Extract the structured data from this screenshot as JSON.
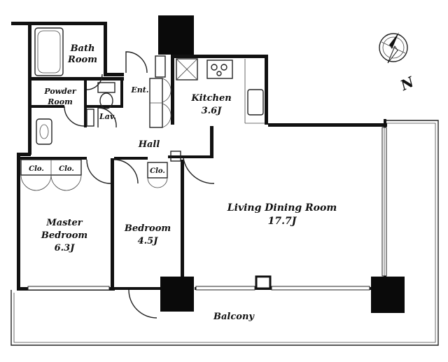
{
  "rooms": {
    "bath": [
      "Bath",
      "Room"
    ],
    "powder": [
      "Powder",
      "Room"
    ],
    "lav": "Lav.",
    "ent": "Ent.",
    "kitchen": [
      "Kitchen",
      "3.6J"
    ],
    "hall": "Hall",
    "clo_1": "Clo.",
    "clo_2": "Clo.",
    "clo_3": "Clo.",
    "master": [
      "Master",
      "Bedroom",
      "6.3J"
    ],
    "bedroom": [
      "Bedroom",
      "4.5J"
    ],
    "living": [
      "Living Dining Room",
      "17.7J"
    ],
    "balcony": "Balcony"
  },
  "compass": {
    "label": "N"
  }
}
